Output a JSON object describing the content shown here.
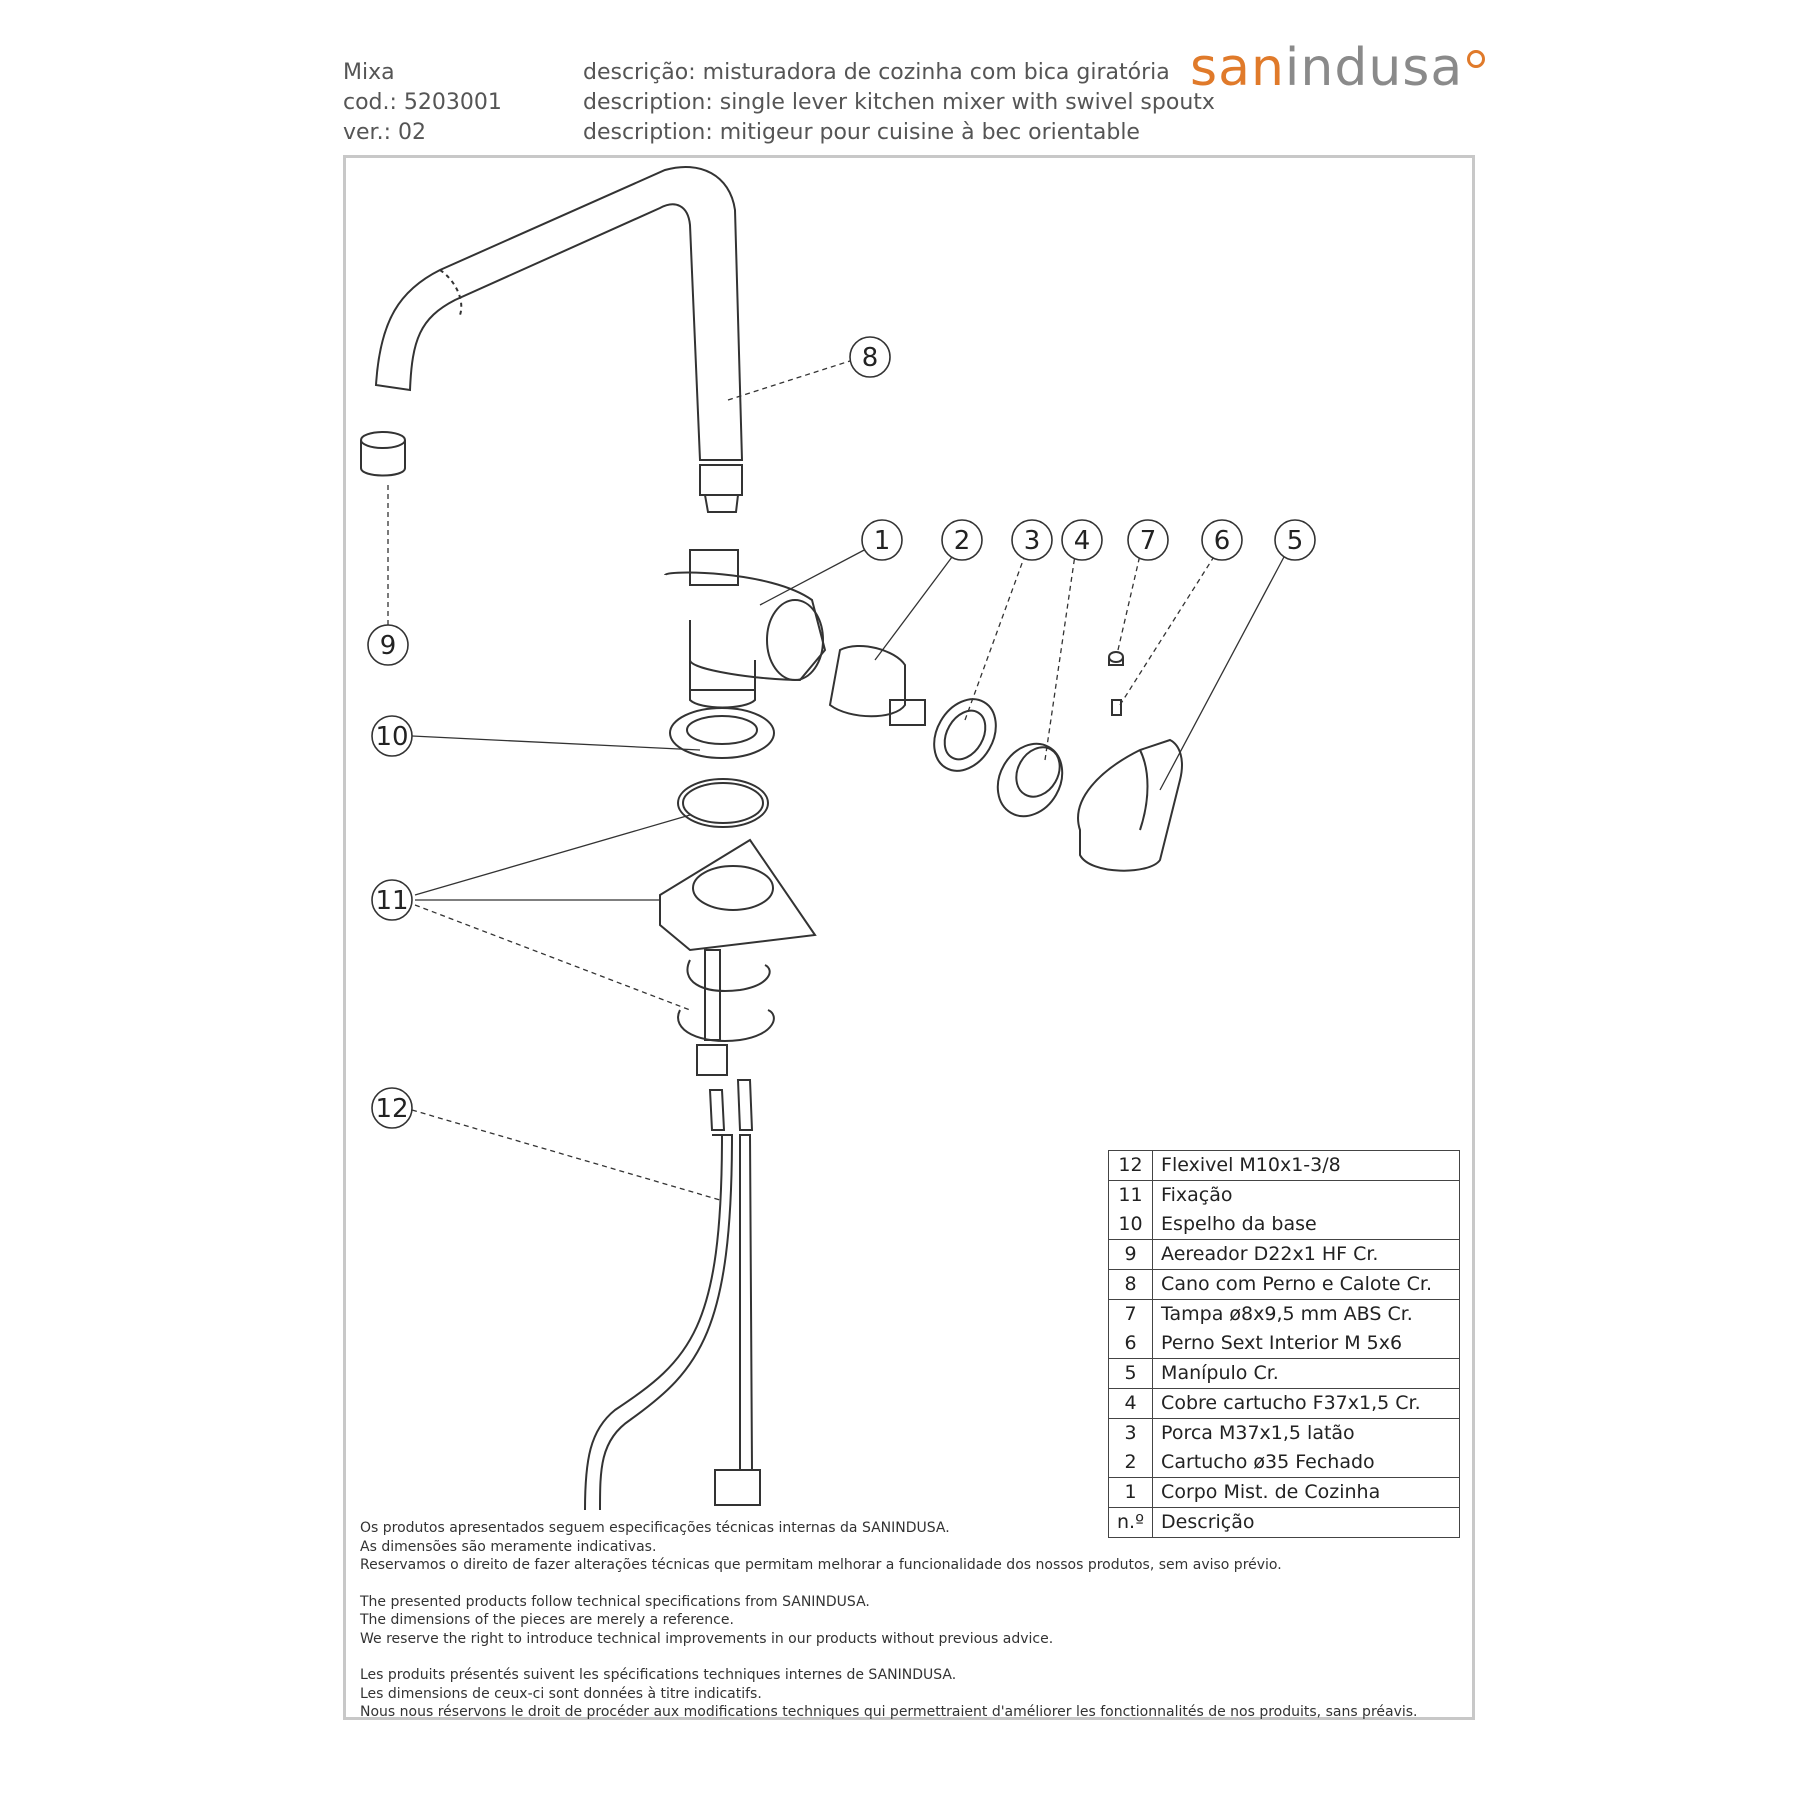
{
  "header": {
    "left": [
      "Mixa",
      "cod.: 5203001",
      "ver.: 02"
    ],
    "descriptions": [
      "descrição: misturadora de cozinha com bica giratória",
      "description: single lever kitchen mixer with swivel spoutx",
      "description: mitigeur pour cuisine à bec orientable"
    ]
  },
  "logo": {
    "part1": "san",
    "part2": "indusa",
    "accent": "#e07a2a",
    "gray": "#8a8a8a"
  },
  "callouts": [
    "1",
    "2",
    "3",
    "4",
    "5",
    "6",
    "7",
    "8",
    "9",
    "10",
    "11",
    "12"
  ],
  "parts_table": {
    "rows": [
      {
        "n": "12",
        "d": "Flexivel M10x1-3/8"
      },
      {
        "n": "11",
        "d": "Fixação"
      },
      {
        "n": "10",
        "d": "Espelho da base"
      },
      {
        "n": "9",
        "d": "Aereador D22x1 HF Cr."
      },
      {
        "n": "8",
        "d": "Cano com Perno e Calote Cr."
      },
      {
        "n": "7",
        "d": "Tampa ø8x9,5 mm ABS Cr."
      },
      {
        "n": "6",
        "d": "Perno Sext Interior M 5x6"
      },
      {
        "n": "5",
        "d": "Manípulo Cr."
      },
      {
        "n": "4",
        "d": "Cobre cartucho F37x1,5 Cr."
      },
      {
        "n": "3",
        "d": "Porca M37x1,5 latão"
      },
      {
        "n": "2",
        "d": "Cartucho ø35 Fechado"
      },
      {
        "n": "1",
        "d": "Corpo Mist. de Cozinha"
      }
    ],
    "footer": {
      "n": "n.º",
      "d": "Descrição"
    }
  },
  "notes": [
    [
      "Os produtos apresentados seguem especificações técnicas internas da SANINDUSA.",
      "As dimensões são meramente indicativas.",
      "Reservamos o direito de fazer alterações técnicas que permitam melhorar a funcionalidade dos nossos produtos, sem aviso prévio."
    ],
    [
      "The presented products follow technical specifications from SANINDUSA.",
      "The dimensions of the pieces are merely a reference.",
      "We reserve the right to introduce technical improvements in our products without previous advice."
    ],
    [
      "Les produits présentés suivent les spécifications techniques internes de SANINDUSA.",
      "Les dimensions de ceux-ci sont données à titre indicatifs.",
      "Nous nous réservons le droit de procéder aux modifications techniques qui permettraient d'améliorer les fonctionnalités de nos produits, sans préavis."
    ]
  ]
}
